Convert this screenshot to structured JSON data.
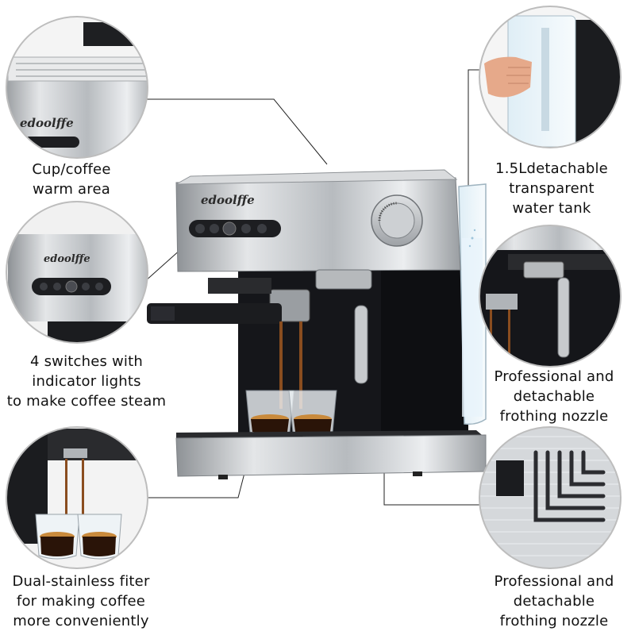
{
  "brand": {
    "logo_text": "edoolffe"
  },
  "callouts": {
    "warm_area": {
      "lines": [
        "Cup/coffee",
        "warm area"
      ]
    },
    "switches": {
      "lines": [
        "4 switches with",
        "indicator lights",
        "to make coffee steam"
      ]
    },
    "filter": {
      "lines": [
        "Dual-stainless fiter",
        "for making coffee",
        "more conveniently"
      ]
    },
    "water_tank": {
      "lines": [
        "1.5Ldetachable",
        "transparent",
        "water tank"
      ]
    },
    "nozzle": {
      "lines": [
        "Professional and",
        "detachable",
        "frothing nozzle"
      ]
    },
    "drip_tray": {
      "lines": [
        "Professional and",
        "detachable",
        "frothing nozzle"
      ]
    }
  },
  "colors": {
    "steel": "#c9ccd0",
    "dark_panel": "#1e1f22",
    "coffee": "#8a4d1f",
    "crema": "#c98a3c",
    "circle_border": "#bdbdbd",
    "leader_line": "#222222"
  }
}
